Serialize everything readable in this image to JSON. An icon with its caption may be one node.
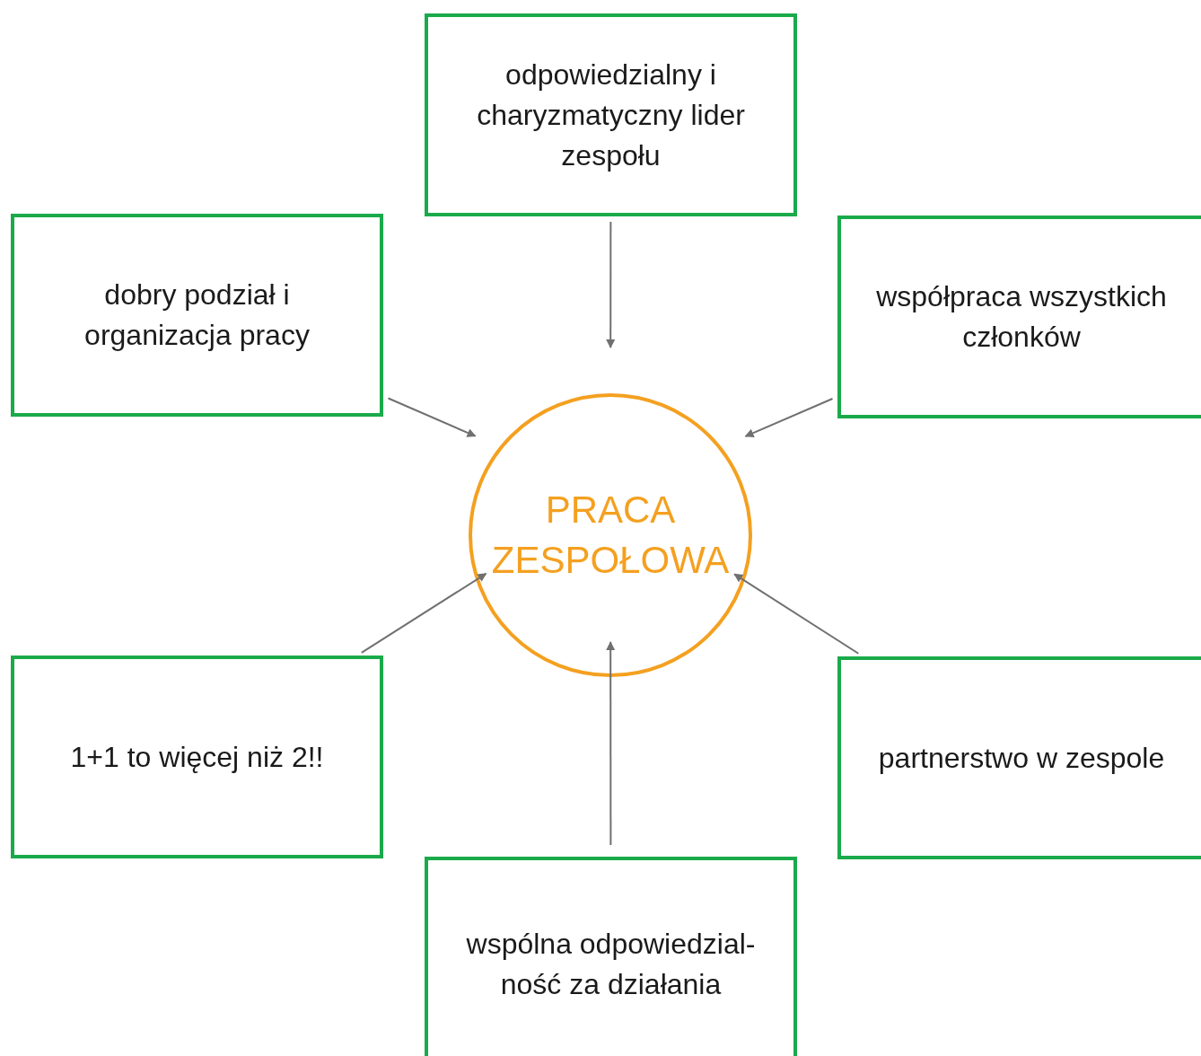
{
  "diagram": {
    "nodes": [
      {
        "text": [
          "odpowiedzialny i charyzmatyczny lider zespołu"
        ]
      },
      {
        "text": [
          "dobry podział i organizacja pracy"
        ]
      },
      {
        "text": [
          "współpraca wszystkich członków"
        ]
      },
      {
        "text": [
          "PRACA ZESPOŁOWA"
        ]
      },
      {
        "text": [
          "1+1 to więcej niż 2!!"
        ]
      },
      {
        "text": [
          "partnerstwo w zespole"
        ]
      },
      {
        "text": [
          "wspólna odpowiedzial-ność za działania"
        ]
      }
    ],
    "edges": [
      {
        "from": 0,
        "to": 3,
        "arrow": "to"
      },
      {
        "from": 1,
        "to": 3,
        "arrow": "to"
      },
      {
        "from": 2,
        "to": 3,
        "arrow": "to"
      },
      {
        "from": 4,
        "to": 3,
        "arrow": "to"
      },
      {
        "from": 5,
        "to": 3,
        "arrow": "to"
      },
      {
        "from": 6,
        "to": 3,
        "arrow": "to"
      }
    ]
  }
}
